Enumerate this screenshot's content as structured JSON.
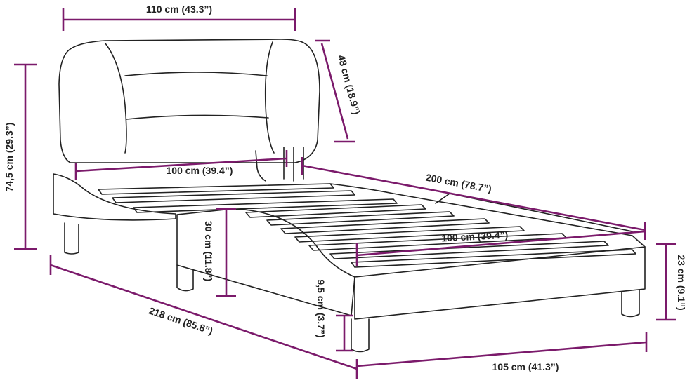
{
  "colors": {
    "dimension": "#7b1a6b",
    "linework": "#222222"
  },
  "dimensions": {
    "headboard_width": "110 cm (43.3”)",
    "headboard_height": "48 cm (18.9”)",
    "total_height": "74,5 cm (29.3”)",
    "inner_width_head": "100 cm (39.4”)",
    "inner_length": "200 cm (78.7”)",
    "inner_width_foot": "100 cm (39.4”)",
    "side_height": "30 cm (11.8”)",
    "frame_height": "23 cm (9.1”)",
    "leg_height": "9,5 cm (3.7”)",
    "total_length": "218 cm (85.8”)",
    "total_width": "105 cm (41.3”)"
  }
}
